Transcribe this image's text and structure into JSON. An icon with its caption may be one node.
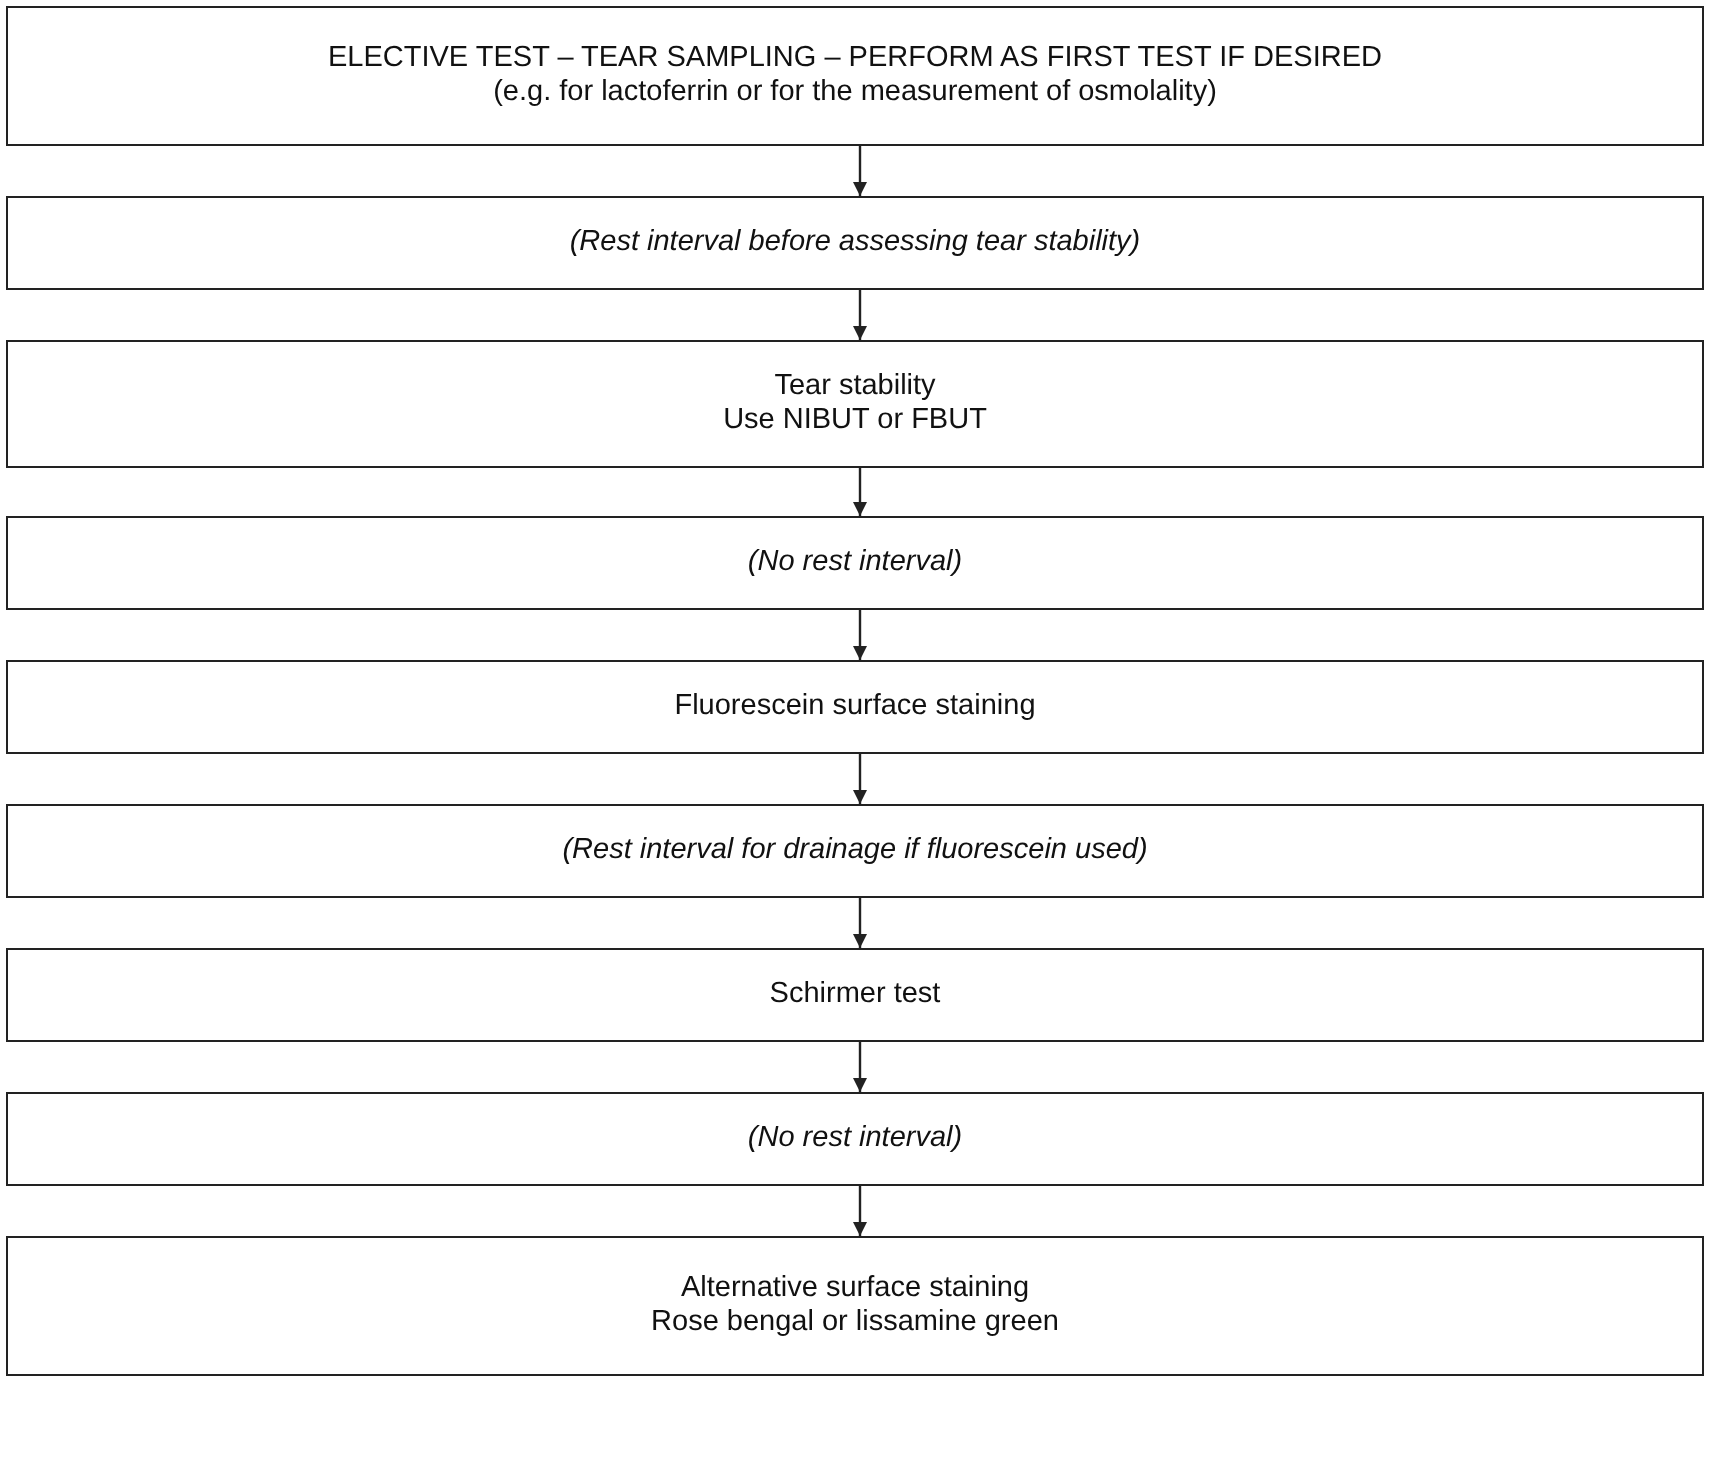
{
  "diagram": {
    "nodes": [
      {
        "text": [
          "ELECTIVE TEST – TEAR SAMPLING – PERFORM AS FIRST TEST IF DESIRED",
          "(e.g. for lactoferrin or for the measurement of osmolality)"
        ]
      },
      {
        "text": [
          "(Rest interval before assessing tear stability)"
        ]
      },
      {
        "text": [
          "Tear stability",
          "Use NIBUT or FBUT"
        ]
      },
      {
        "text": [
          "(No rest interval)"
        ]
      },
      {
        "text": [
          "Fluorescein surface staining"
        ]
      },
      {
        "text": [
          "(Rest interval for drainage if fluorescein used)"
        ]
      },
      {
        "text": [
          "Schirmer test"
        ]
      },
      {
        "text": [
          "(No rest interval)"
        ]
      },
      {
        "text": [
          "Alternative surface staining",
          "Rose bengal or lissamine green"
        ]
      }
    ],
    "edges": [
      {
        "from": 0,
        "to": 1,
        "arrow": "to"
      },
      {
        "from": 1,
        "to": 2,
        "arrow": "to"
      },
      {
        "from": 2,
        "to": 3,
        "arrow": "to"
      },
      {
        "from": 3,
        "to": 4,
        "arrow": "to"
      },
      {
        "from": 4,
        "to": 5,
        "arrow": "to"
      },
      {
        "from": 5,
        "to": 6,
        "arrow": "to"
      },
      {
        "from": 6,
        "to": 7,
        "arrow": "to"
      },
      {
        "from": 7,
        "to": 8,
        "arrow": "to"
      }
    ]
  }
}
